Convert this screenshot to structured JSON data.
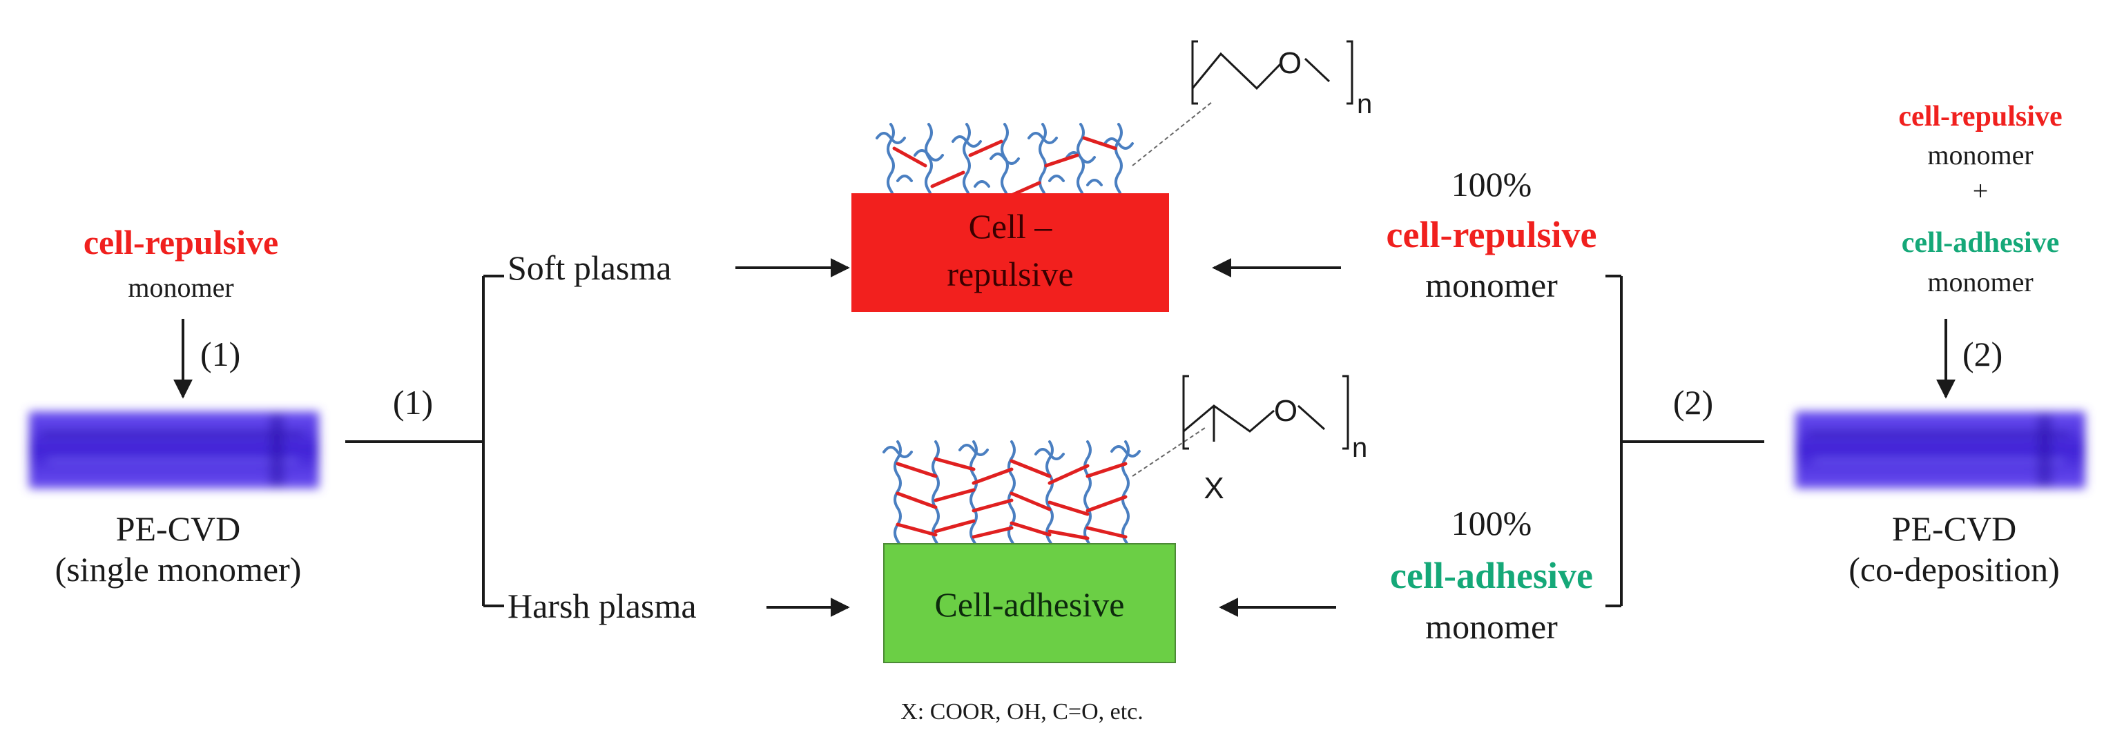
{
  "left_source": {
    "monomer_label": "cell-repulsive",
    "monomer_word": "monomer",
    "step_label": "(1)",
    "method": "PE-CVD",
    "method_detail": "(single monomer)"
  },
  "left_branch": {
    "label": "(1)",
    "top_arm": "Soft plasma",
    "bottom_arm": "Harsh plasma"
  },
  "results": {
    "top_box_line1": "Cell –",
    "top_box_line2": "repulsive",
    "bottom_box": "Cell-adhesive",
    "top_color": "#f2201e",
    "bottom_color": "#6bcf45"
  },
  "polymer_top": {
    "repeat_atom": "O",
    "repeat_index": "n"
  },
  "polymer_bottom": {
    "repeat_atom": "O",
    "repeat_index": "n",
    "substituent": "X"
  },
  "footnote": "X: COOR, OH, C=O, etc.",
  "right_inputs": {
    "top_percent": "100%",
    "top_label": "cell-repulsive",
    "top_word": "monomer",
    "bottom_percent": "100%",
    "bottom_label": "cell-adhesive",
    "bottom_word": "monomer"
  },
  "right_branch": {
    "label": "(2)"
  },
  "right_source": {
    "repulsive_label": "cell-repulsive",
    "repulsive_word": "monomer",
    "plus": "+",
    "adhesive_label": "cell-adhesive",
    "adhesive_word": "monomer",
    "step_label": "(2)",
    "method": "PE-CVD",
    "method_detail": "(co-deposition)"
  },
  "colors": {
    "repulsive_text": "#f0201e",
    "adhesive_text": "#15a878",
    "substrate": "#4a2ee0",
    "chain_blue": "#4a7fc1",
    "crosslink_red": "#e02020"
  }
}
